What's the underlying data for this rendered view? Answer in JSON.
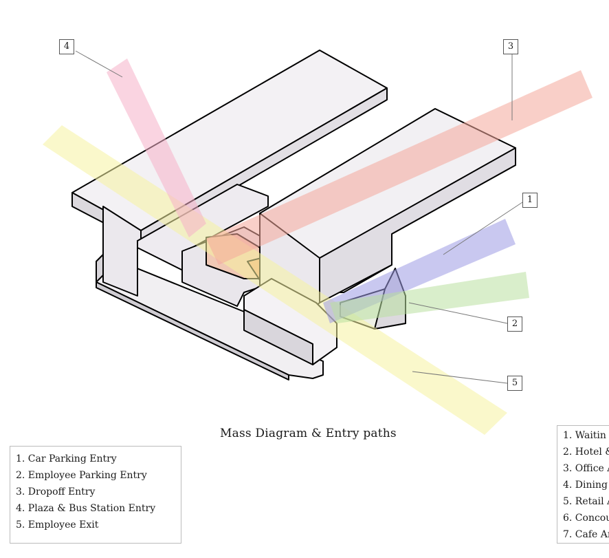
{
  "caption": "Mass Diagram & Entry paths",
  "callouts": [
    "1",
    "2",
    "3",
    "4",
    "5"
  ],
  "entry_legend": [
    "1. Car Parking Entry",
    "2. Employee Parking Entry",
    "3. Dropoff Entry",
    "4. Plaza & Bus Station Entry",
    "5. Employee Exit"
  ],
  "program_legend": [
    "1. Waitin",
    "2. Hotel &",
    "3. Office A",
    "4. Dining",
    "5. Retail A",
    "6. Concou",
    "7. Cafe Ar"
  ],
  "path_colors": {
    "car_parking": "#9c9be3",
    "employee_parking": "#b9e0a0",
    "dropoff": "#f4a79a",
    "plaza_bus": "#f5b0c8",
    "employee_exit": "#f6f3a0"
  }
}
